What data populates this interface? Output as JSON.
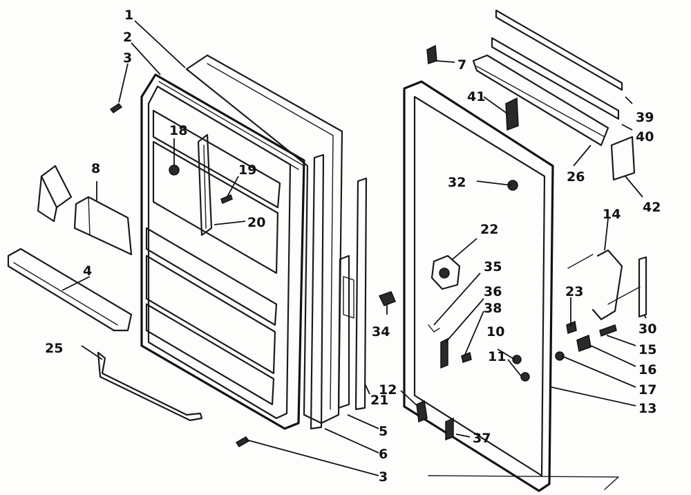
{
  "labels": {
    "1": "1",
    "2": "2",
    "3": "3",
    "4": "4",
    "5": "5",
    "6": "6",
    "7": "7",
    "8": "8",
    "10": "10",
    "11": "11",
    "12": "12",
    "13": "13",
    "14": "14",
    "15": "15",
    "16": "16",
    "17": "17",
    "18": "18",
    "19": "19",
    "20": "20",
    "21": "21",
    "22": "22",
    "23": "23",
    "25": "25",
    "26": "26",
    "30": "30",
    "32": "32",
    "34": "34",
    "35": "35",
    "36": "36",
    "37": "37",
    "38": "38",
    "39": "39",
    "40": "40",
    "41": "41",
    "42": "42"
  },
  "colors": {
    "ink": "#111111",
    "paper": "#fdfdfb"
  }
}
